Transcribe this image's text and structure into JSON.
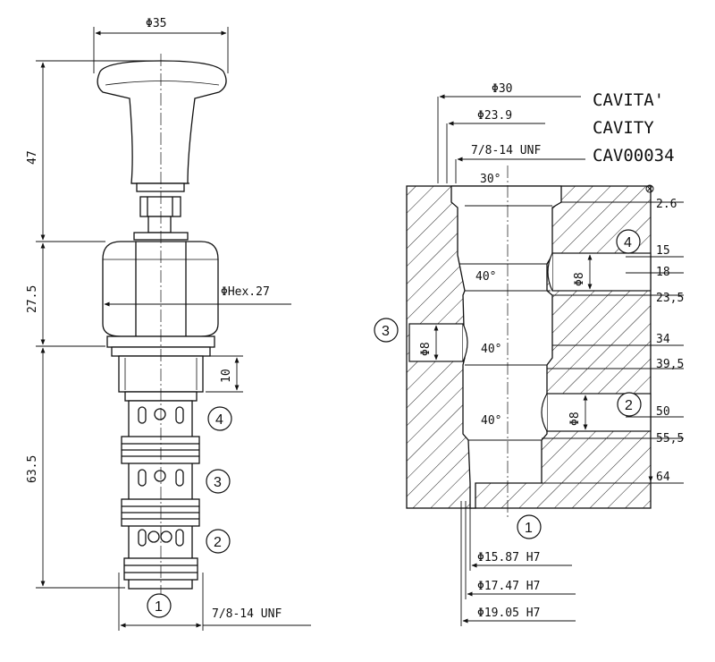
{
  "title": {
    "line1": "CAVITA'",
    "line2": "CAVITY",
    "line3": "CAV00034"
  },
  "valve": {
    "dims": {
      "knob_dia": "Φ35",
      "height_knob": "47",
      "height_hex": "27.5",
      "height_body": "63.5",
      "hex": "ΦHex.27",
      "thread_len": "10",
      "thread": "7/8-14 UNF"
    },
    "ports": [
      "4",
      "3",
      "2",
      "1"
    ]
  },
  "cavity": {
    "dims": {
      "d30": "Φ30",
      "d23_9": "Φ23.9",
      "thread": "7/8-14 UNF",
      "angle_top": "30°",
      "d8": "Φ8",
      "d15_87": "Φ15.87 H7",
      "d17_47": "Φ17.47 H7",
      "d19_05": "Φ19.05 H7"
    },
    "angles": [
      "40°",
      "40°",
      "40°"
    ],
    "depths": [
      "2.6",
      "15",
      "18",
      "23,5",
      "34",
      "39,5",
      "50",
      "55,5",
      "64"
    ],
    "ports": [
      "4",
      "3",
      "2",
      "1"
    ]
  }
}
